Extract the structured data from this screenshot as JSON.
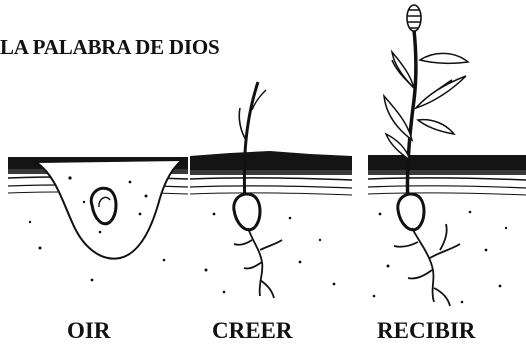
{
  "title": "LA PALABRA DE DIOS",
  "stages": [
    {
      "label": "OIR"
    },
    {
      "label": "CREER"
    },
    {
      "label": "RECIBIR"
    }
  ],
  "colors": {
    "ink": "#111111",
    "background": "#ffffff"
  }
}
